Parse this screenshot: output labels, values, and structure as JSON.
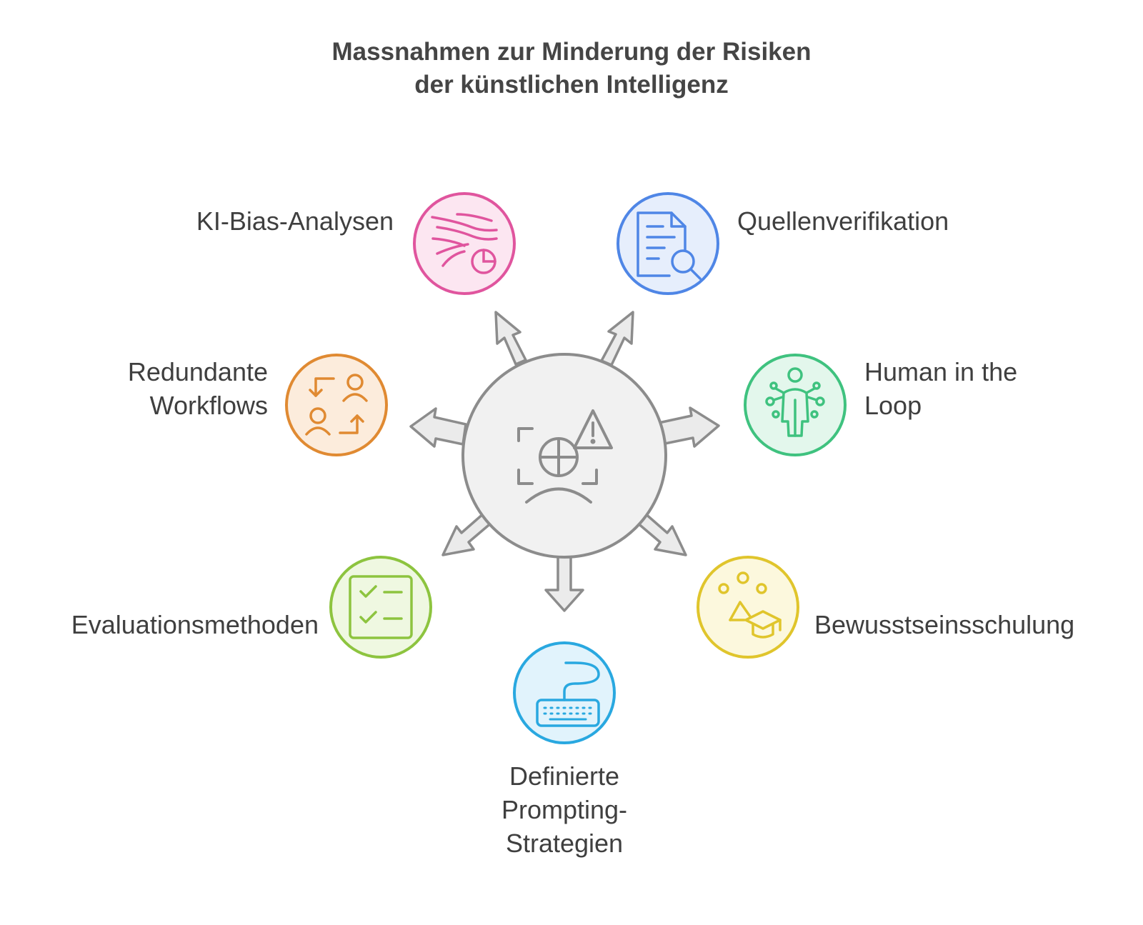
{
  "title": {
    "line1": "Massnahmen zur Minderung der Risiken",
    "line2": "der künstlichen Intelligenz"
  },
  "center": {
    "icon": "ai-risk-warning-icon"
  },
  "items": [
    {
      "id": "ki-bias",
      "lines": [
        "KI-Bias-Analysen"
      ],
      "color": "#e0559e",
      "fill": "#fce6f1",
      "icon": "data-flow-chart-icon"
    },
    {
      "id": "quellen",
      "lines": [
        "Quellenverifikation"
      ],
      "color": "#4f86e6",
      "fill": "#e6eefc",
      "icon": "document-search-icon"
    },
    {
      "id": "human",
      "lines": [
        "Human in the",
        "Loop"
      ],
      "color": "#3fc27f",
      "fill": "#e3f7ec",
      "icon": "human-network-icon"
    },
    {
      "id": "bewusst",
      "lines": [
        "Bewusstseinsschulung"
      ],
      "color": "#e0c52c",
      "fill": "#fcf8dd",
      "icon": "graduation-cap-icon"
    },
    {
      "id": "prompting",
      "lines": [
        "Definierte",
        "Prompting-",
        "Strategien"
      ],
      "color": "#29a8e0",
      "fill": "#e1f3fc",
      "icon": "keyboard-icon"
    },
    {
      "id": "evaluation",
      "lines": [
        "Evaluationsmethoden"
      ],
      "color": "#8dc43f",
      "fill": "#eff8e1",
      "icon": "checklist-icon"
    },
    {
      "id": "redundant",
      "lines": [
        "Redundante",
        "Workflows"
      ],
      "color": "#e08a32",
      "fill": "#fcecdc",
      "icon": "workflow-people-icon"
    }
  ]
}
